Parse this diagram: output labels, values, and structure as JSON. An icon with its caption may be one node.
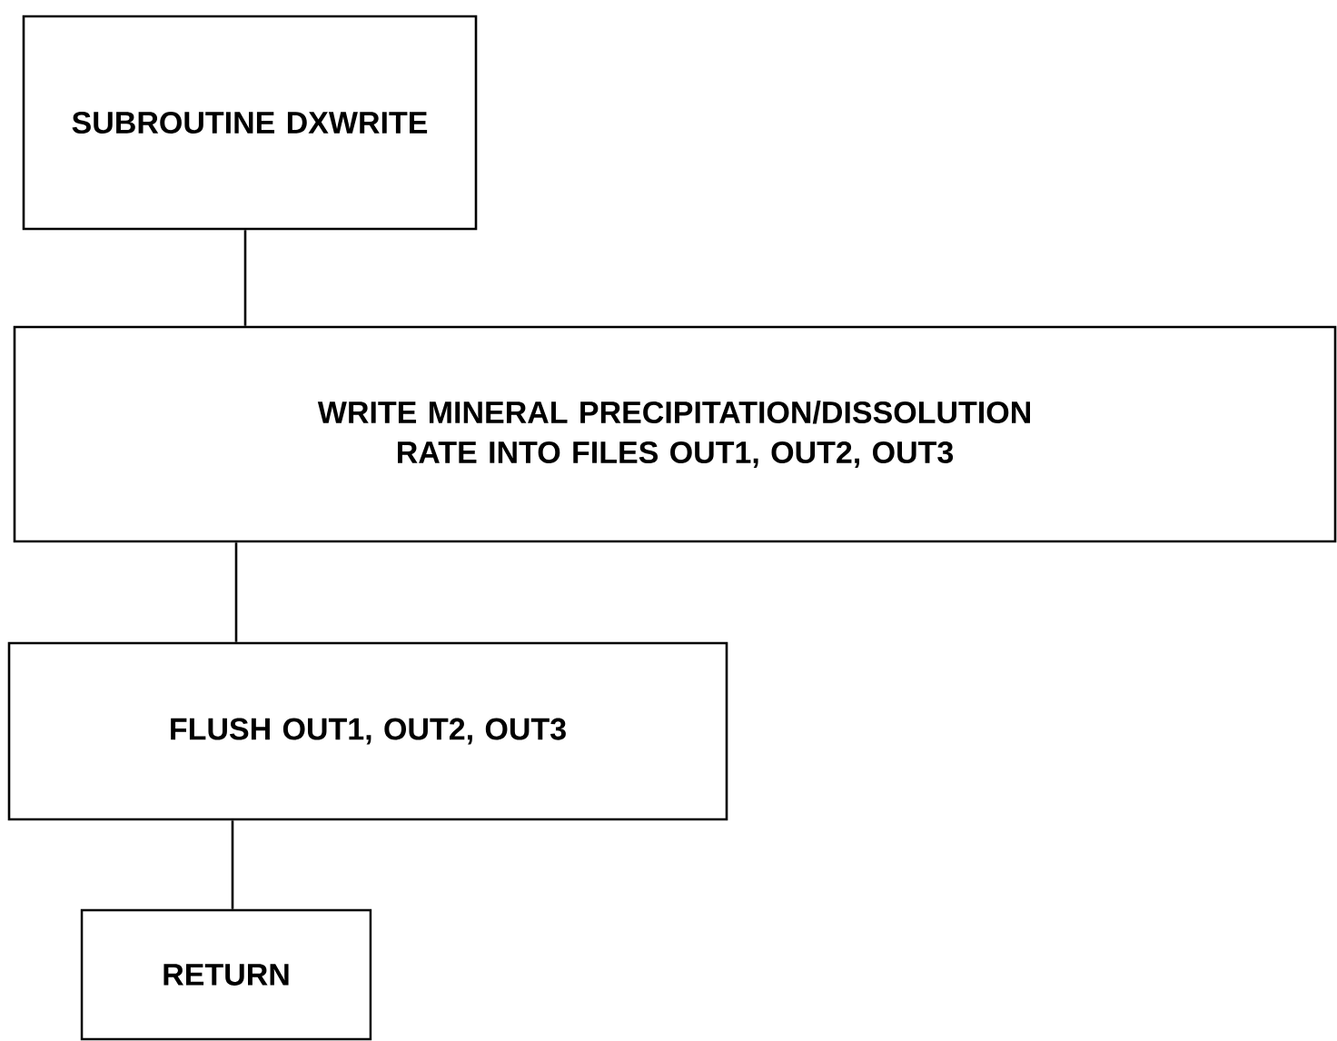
{
  "diagram": {
    "nodes": [
      {
        "text": [
          "SUBROUTINE DXWRITE"
        ]
      },
      {
        "text": [
          "WRITE MINERAL PRECIPITATION/DISSOLUTION RATE INTO FILES OUT1, OUT2, OUT3"
        ]
      },
      {
        "text": [
          "FLUSH OUT1, OUT2, OUT3"
        ]
      },
      {
        "text": [
          "RETURN"
        ]
      }
    ],
    "edges": [
      {
        "from": 0,
        "to": 1,
        "arrow": "none"
      },
      {
        "from": 1,
        "to": 2,
        "arrow": "none"
      },
      {
        "from": 2,
        "to": 3,
        "arrow": "none"
      }
    ]
  }
}
